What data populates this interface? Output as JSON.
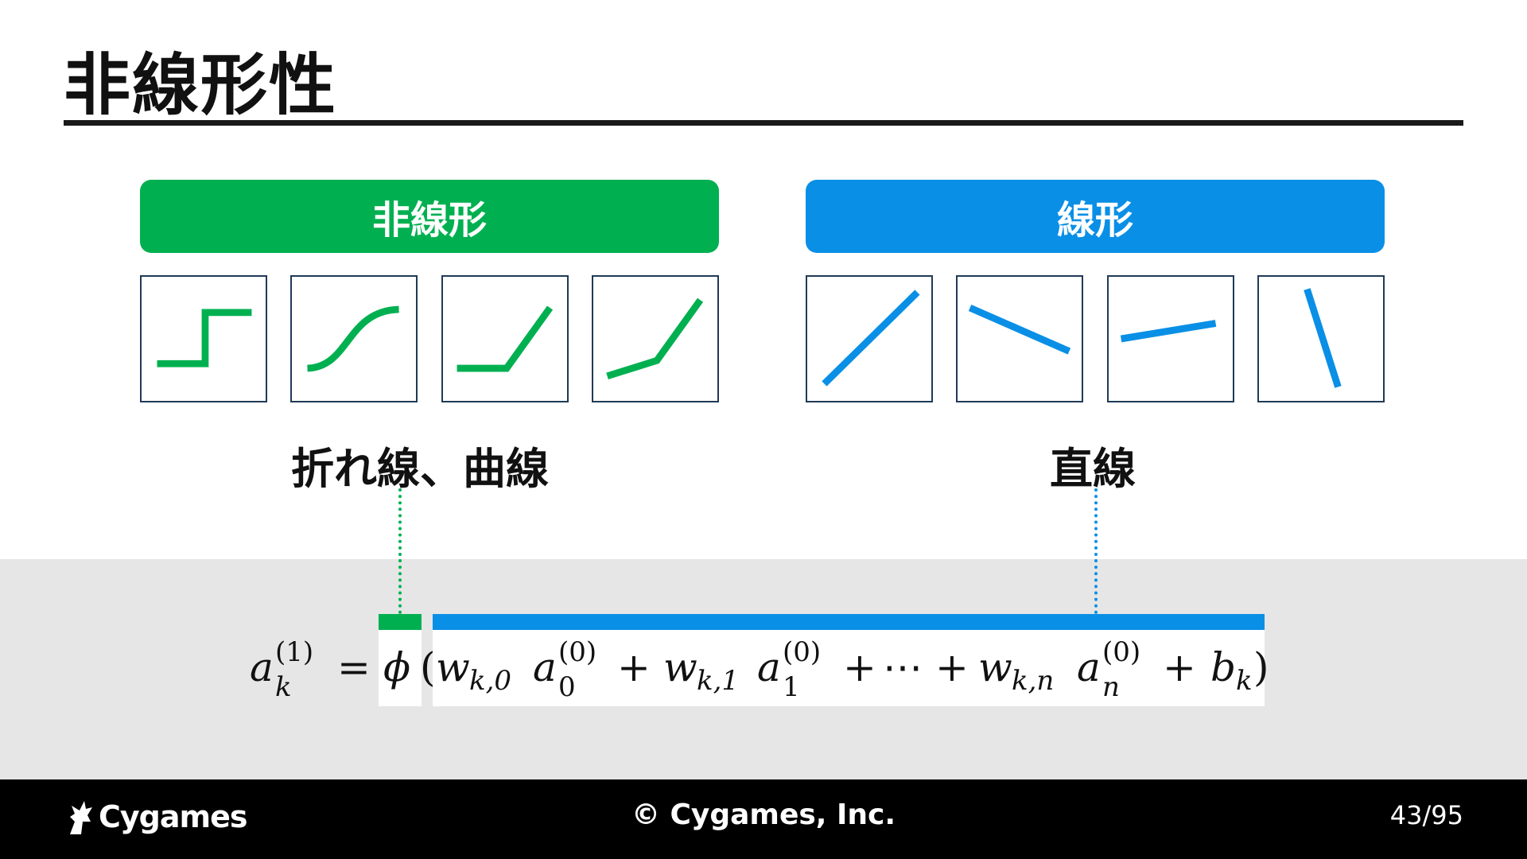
{
  "title": "非線形性",
  "categories": {
    "nonlinear": {
      "label": "非線形",
      "caption": "折れ線、曲線",
      "color": "#00b050",
      "icons": [
        "step-function-icon",
        "sigmoid-curve-icon",
        "relu-icon",
        "piecewise-linear-icon"
      ]
    },
    "linear": {
      "label": "線形",
      "caption": "直線",
      "color": "#0a8fe6",
      "icons": [
        "line-rising-icon",
        "line-falling-icon",
        "line-slight-rise-icon",
        "line-steep-fall-icon"
      ]
    }
  },
  "formula": {
    "lhs_var": "a",
    "lhs_sub": "k",
    "lhs_sup": "(1)",
    "eq": "=",
    "phi": "ϕ",
    "open": "(",
    "w": "w",
    "w0_sub": "k,0",
    "w1_sub": "k,1",
    "wn_sub": "k,n",
    "a": "a",
    "a_sup": "(0)",
    "a0_sub": "0",
    "a1_sub": "1",
    "an_sub": "n",
    "plus": "+",
    "dots": "⋯",
    "b": "b",
    "b_sub": "k",
    "close": ")"
  },
  "footer": {
    "logo_text": "Cygames",
    "copyright": "© Cygames, Inc.",
    "page": "43/95"
  }
}
